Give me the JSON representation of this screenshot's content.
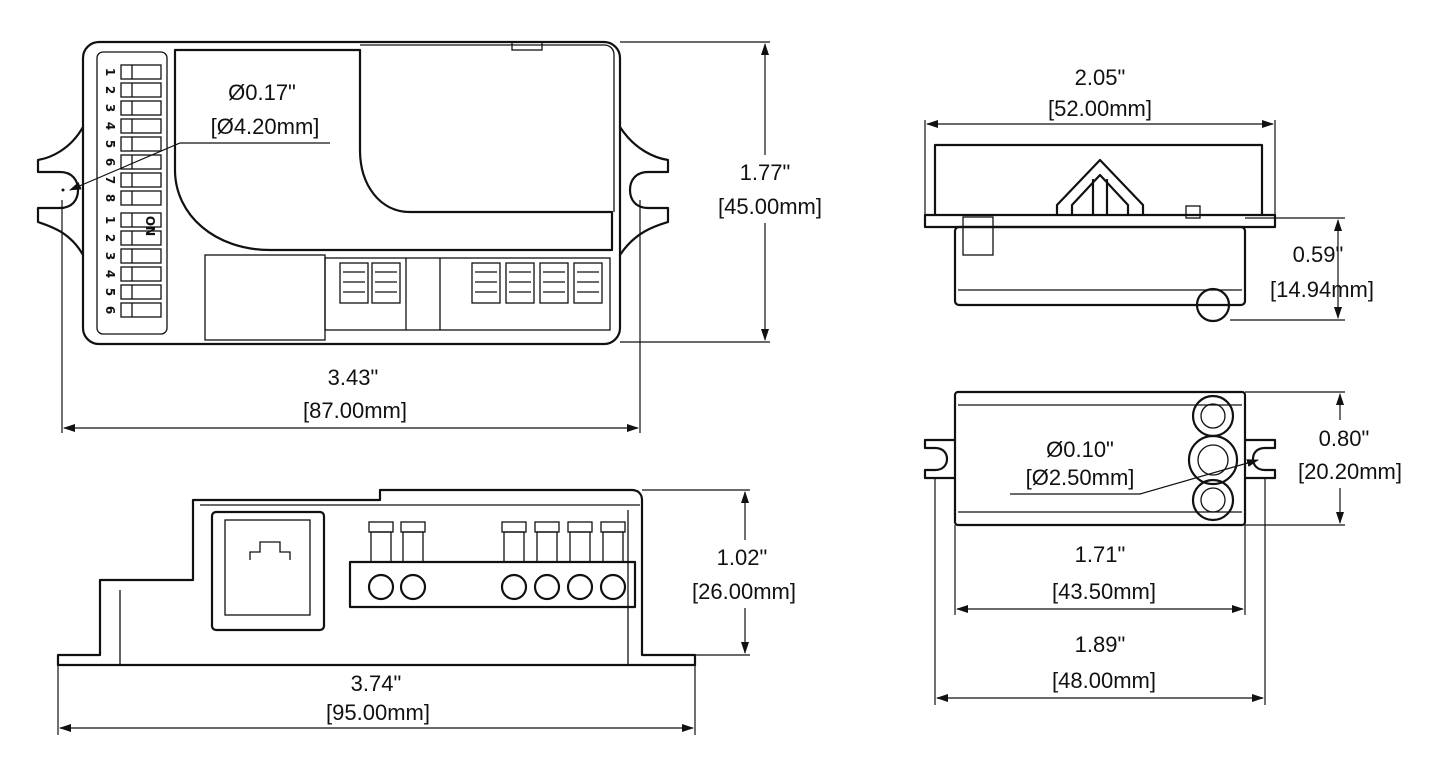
{
  "views": {
    "top": {
      "hole": {
        "inch": "Ø0.17\"",
        "mm": "[Ø4.20mm]"
      },
      "height": {
        "inch": "1.77\"",
        "mm": "[45.00mm]"
      },
      "width": {
        "inch": "3.43\"",
        "mm": "[87.00mm]"
      },
      "dip1_numbers": [
        "1",
        "2",
        "3",
        "4",
        "5",
        "6",
        "7",
        "8"
      ],
      "dip2_numbers": [
        "1",
        "2",
        "3",
        "4",
        "5",
        "6"
      ],
      "dip2_mark": "ON"
    },
    "front": {
      "height": {
        "inch": "1.02\"",
        "mm": "[26.00mm]"
      },
      "width": {
        "inch": "3.74\"",
        "mm": "[95.00mm]"
      }
    },
    "side": {
      "width": {
        "inch": "2.05\"",
        "mm": "[52.00mm]"
      },
      "height": {
        "inch": "0.59\"",
        "mm": "[14.94mm]"
      }
    },
    "bottom": {
      "hole": {
        "inch": "Ø0.10\"",
        "mm": "[Ø2.50mm]"
      },
      "height": {
        "inch": "0.80\"",
        "mm": "[20.20mm]"
      },
      "inner_width": {
        "inch": "1.71\"",
        "mm": "[43.50mm]"
      },
      "outer_width": {
        "inch": "1.89\"",
        "mm": "[48.00mm]"
      }
    }
  }
}
